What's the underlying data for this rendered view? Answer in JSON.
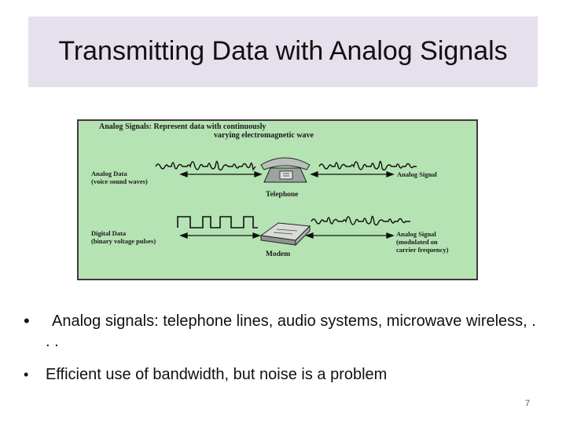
{
  "slide": {
    "title": "Transmitting Data with Analog Signals",
    "page_number": "7"
  },
  "figure": {
    "heading_line1": "Analog Signals: Represent data with continuously",
    "heading_line2": "varying electromagnetic wave",
    "row1": {
      "left_label_line1": "Analog Data",
      "left_label_line2": "(voice sound waves)",
      "device_label": "Telephone",
      "right_label": "Analog Signal",
      "device_icon": "telephone-icon"
    },
    "row2": {
      "left_label_line1": "Digital Data",
      "left_label_line2": "(binary voltage pulses)",
      "device_label": "Modem",
      "right_label_line1": "Analog Signal",
      "right_label_line2": "(modulated on",
      "right_label_line3": "carrier frequency)",
      "device_icon": "modem-icon"
    },
    "colors": {
      "background": "#b5e3b4",
      "border": "#3b3b3b"
    }
  },
  "bullets": [
    "Analog signals: telephone lines, audio systems, microwave wireless, . . .",
    "Efficient use of bandwidth, but noise is a problem"
  ],
  "colors": {
    "title_band": "#e5e0ec"
  }
}
